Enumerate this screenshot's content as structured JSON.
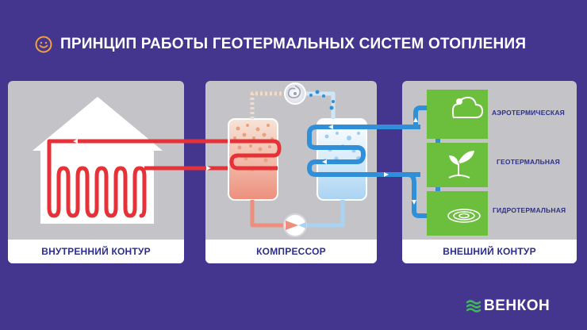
{
  "header": {
    "title": "ПРИНЦИП РАБОТЫ ГЕОТЕРМАЛЬНЫХ СИСТЕМ ОТОПЛЕНИЯ",
    "icon": "smiley-icon"
  },
  "panels": {
    "inner": {
      "label": "ВНУТРЕННИЙ КОНТУР"
    },
    "compressor": {
      "label": "КОМПРЕССОР"
    },
    "outer": {
      "label": "ВНЕШНИЙ КОНТУР"
    }
  },
  "sources": [
    {
      "label": "АЭРОТЕРМИЧЕСКАЯ",
      "icon": "cloud-icon"
    },
    {
      "label": "ГЕОТЕРМАЛЬНАЯ",
      "icon": "sprout-icon"
    },
    {
      "label": "ГИДРОТЕРМАЛЬНАЯ",
      "icon": "water-ripple-icon"
    }
  ],
  "brand": {
    "name": "ВЕНКОН"
  },
  "colors": {
    "background": "#44358f",
    "panel": "#c4c4c8",
    "hot_pipe": "#e53137",
    "cold_pipe": "#2f8fd9",
    "source_green": "#6cbf3c",
    "label_text": "#2c2e8e",
    "brand_green": "#3fb65a"
  }
}
